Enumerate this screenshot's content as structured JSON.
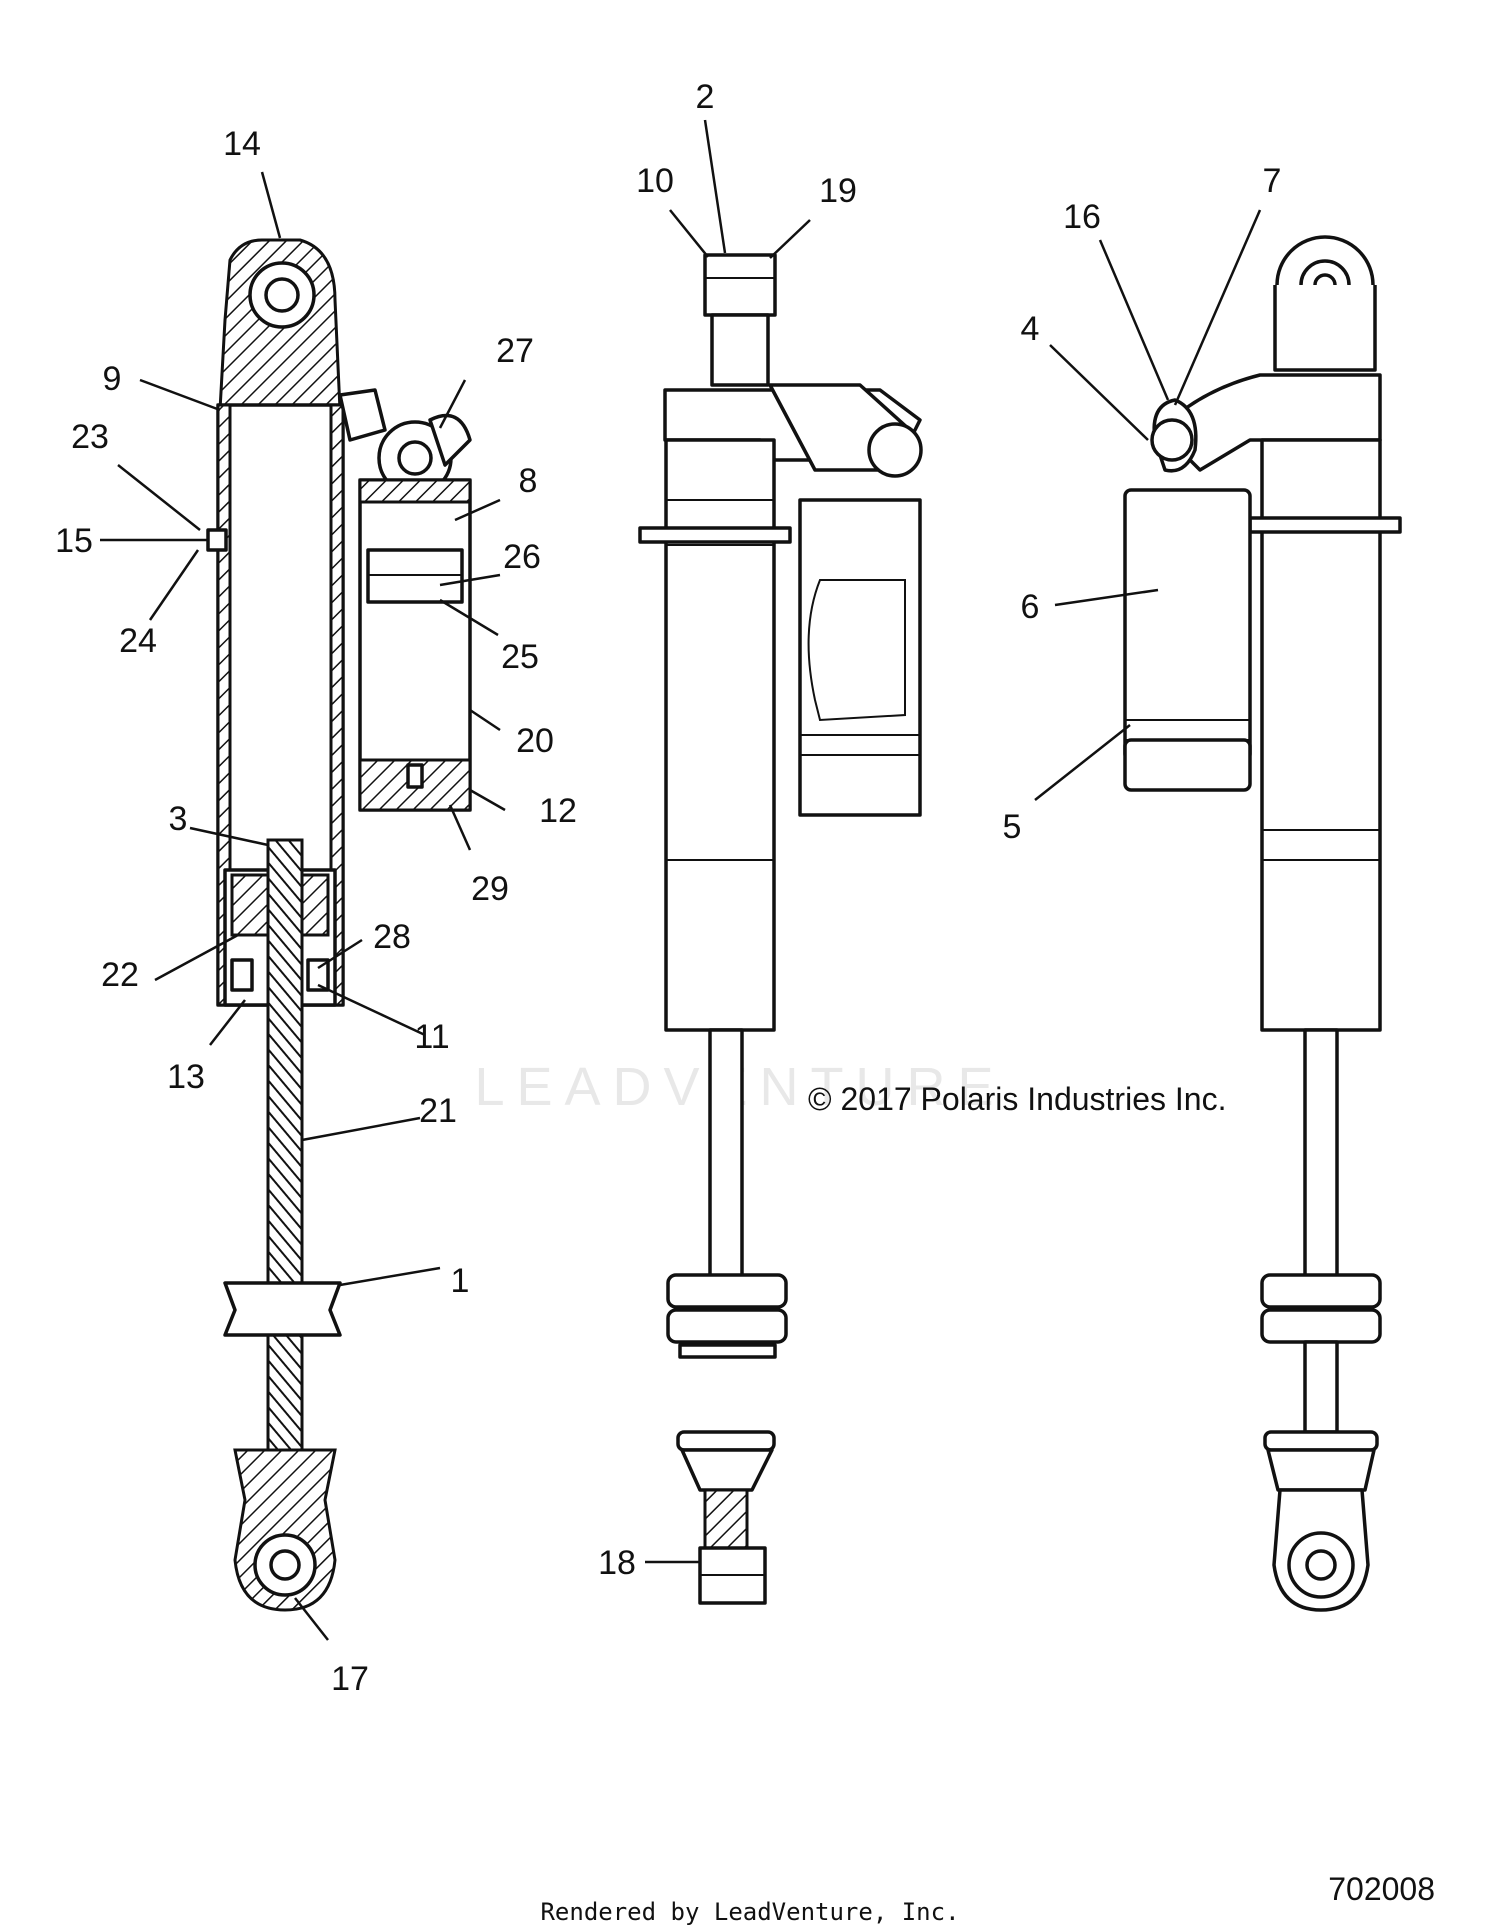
{
  "diagram": {
    "copyright": "© 2017 Polaris Industries Inc.",
    "watermark": "LEADVENTURE",
    "figure_number": "702008",
    "footer": "Rendered by LeadVenture, Inc.",
    "callouts": [
      {
        "id": "c1",
        "label": "1"
      },
      {
        "id": "c2",
        "label": "2"
      },
      {
        "id": "c3",
        "label": "3"
      },
      {
        "id": "c4",
        "label": "4"
      },
      {
        "id": "c5",
        "label": "5"
      },
      {
        "id": "c6",
        "label": "6"
      },
      {
        "id": "c7",
        "label": "7"
      },
      {
        "id": "c8",
        "label": "8"
      },
      {
        "id": "c9",
        "label": "9"
      },
      {
        "id": "c10",
        "label": "10"
      },
      {
        "id": "c11",
        "label": "11"
      },
      {
        "id": "c12",
        "label": "12"
      },
      {
        "id": "c13",
        "label": "13"
      },
      {
        "id": "c14",
        "label": "14"
      },
      {
        "id": "c15",
        "label": "15"
      },
      {
        "id": "c16",
        "label": "16"
      },
      {
        "id": "c17",
        "label": "17"
      },
      {
        "id": "c18",
        "label": "18"
      },
      {
        "id": "c19",
        "label": "19"
      },
      {
        "id": "c20",
        "label": "20"
      },
      {
        "id": "c21",
        "label": "21"
      },
      {
        "id": "c22",
        "label": "22"
      },
      {
        "id": "c23",
        "label": "23"
      },
      {
        "id": "c24",
        "label": "24"
      },
      {
        "id": "c25",
        "label": "25"
      },
      {
        "id": "c26",
        "label": "26"
      },
      {
        "id": "c27",
        "label": "27"
      },
      {
        "id": "c28",
        "label": "28"
      },
      {
        "id": "c29",
        "label": "29"
      }
    ]
  }
}
